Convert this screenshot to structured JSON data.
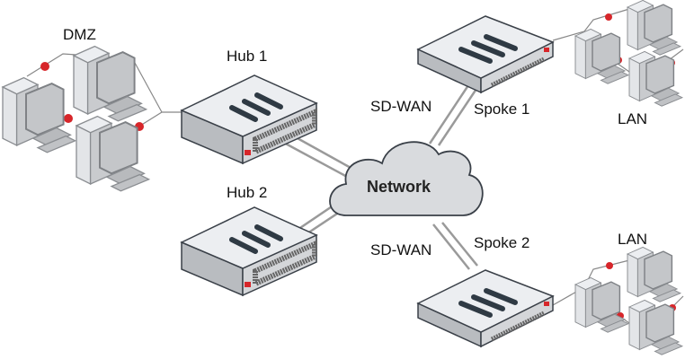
{
  "labels": {
    "dmz": "DMZ",
    "hub1": "Hub 1",
    "hub2": "Hub 2",
    "network": "Network",
    "sdwan_top": "SD-WAN",
    "sdwan_bottom": "SD-WAN",
    "spoke1": "Spoke 1",
    "spoke2": "Spoke 2",
    "lan_top": "LAN",
    "lan_bottom": "LAN"
  },
  "colors": {
    "accent": "#d7262a",
    "device_top": "#eceef1",
    "device_side": "#b9bcc0",
    "outline": "#3a4048",
    "cloud": "#d9dbde",
    "link": "#9a9a9a"
  }
}
